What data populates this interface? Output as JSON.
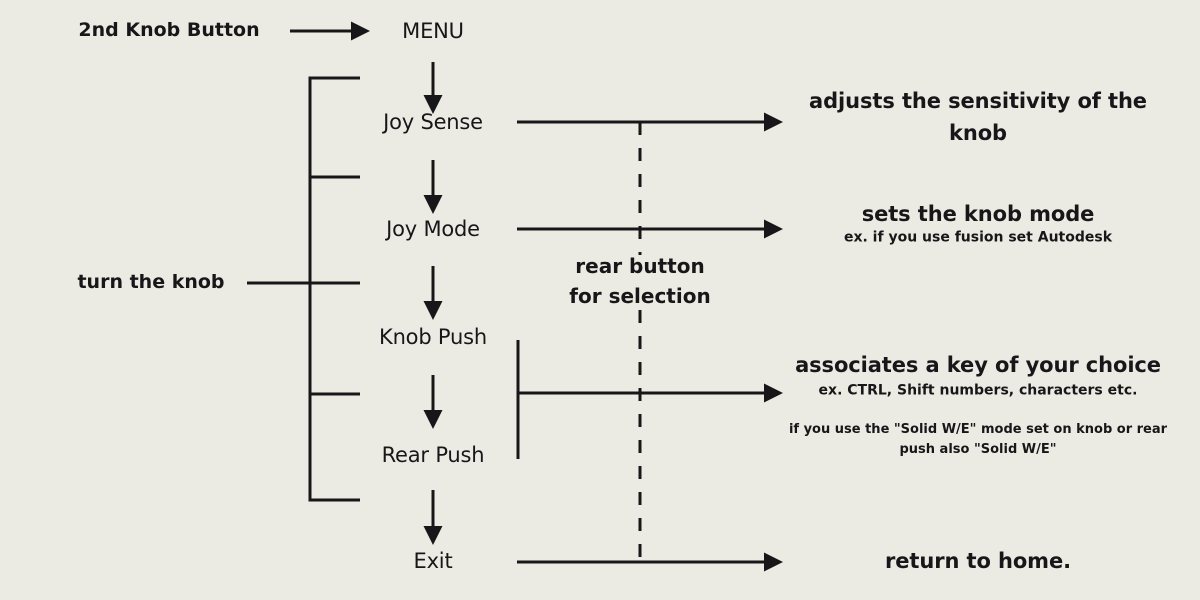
{
  "diagram": {
    "background_color": "#ecebe3",
    "ink_color": "#17171a",
    "title_node": "MENU",
    "entry_label": "2nd Knob Button",
    "bracket_label": "turn the knob",
    "selection_note_line1": "rear button",
    "selection_note_line2": "for selection",
    "menu_items": [
      {
        "label": "Joy Sense"
      },
      {
        "label": "Joy Mode"
      },
      {
        "label": "Knob Push"
      },
      {
        "label": "Rear Push"
      },
      {
        "label": "Exit"
      }
    ],
    "descriptions": [
      {
        "for": "Joy Sense",
        "main_line1": "adjusts the sensitivity of the",
        "main_line2": "knob"
      },
      {
        "for": "Joy Mode",
        "main_line1": "sets the knob mode",
        "sub": "ex. if you use fusion set Autodesk"
      },
      {
        "for": "Knob Push / Rear Push",
        "main_line1": "associates a key of your choice",
        "sub": "ex. CTRL, Shift numbers, characters etc.",
        "note_line1": "if you use the \"Solid W/E\" mode set on knob or rear",
        "note_line2": "push also \"Solid W/E\""
      },
      {
        "for": "Exit",
        "main_line1": "return to home."
      }
    ]
  }
}
